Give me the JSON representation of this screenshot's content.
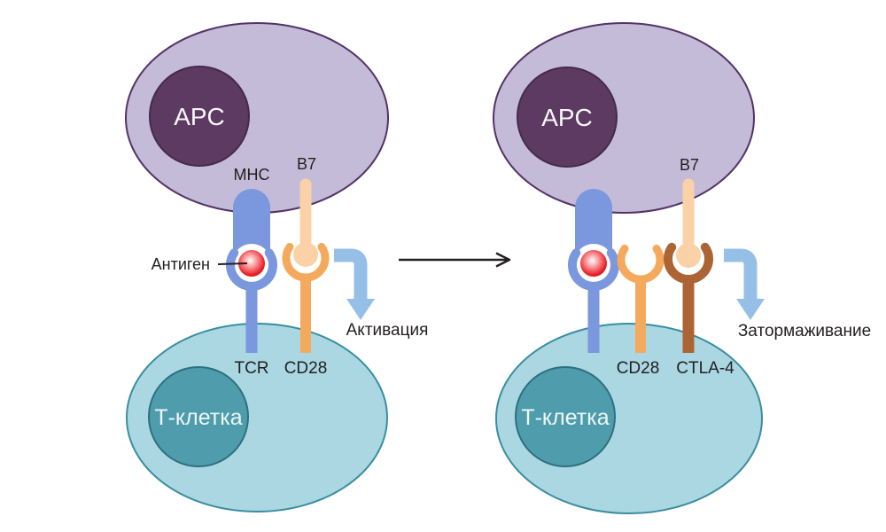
{
  "colors": {
    "background": "#ffffff",
    "apc_body": "#c4bbd8",
    "apc_border": "#543367",
    "apc_nucleus": "#5d3a62",
    "apc_nucleus_border": "#452a4e",
    "tcell_body": "#aad7e2",
    "tcell_border": "#3a8ea0",
    "tcell_nucleus": "#4f9dac",
    "tcell_nucleus_border": "#2e7080",
    "mhc_tcr_blue": "#7b97de",
    "b7_peach": "#fbd1a7",
    "cd28_orange": "#f5a95d",
    "ctla4_brown": "#ad6434",
    "antigen_red": "#e81c24",
    "signal_arrow_blue": "#95bfe7",
    "text": "#231f20",
    "cell_label_text": "#ffffff"
  },
  "left_panel": {
    "apc_cell_label": "APC",
    "mhc_label": "MHC",
    "b7_label": "B7",
    "antigen_label": "Антиген",
    "tcr_label": "TCR",
    "cd28_label": "CD28",
    "tcell_label": "Т-клетка",
    "outcome_label": "Активация"
  },
  "right_panel": {
    "apc_cell_label": "APC",
    "b7_label": "B7",
    "cd28_label": "CD28",
    "ctla4_label": "CTLA-4",
    "tcell_label": "Т-клетка",
    "outcome_label": "Затормаживание"
  }
}
